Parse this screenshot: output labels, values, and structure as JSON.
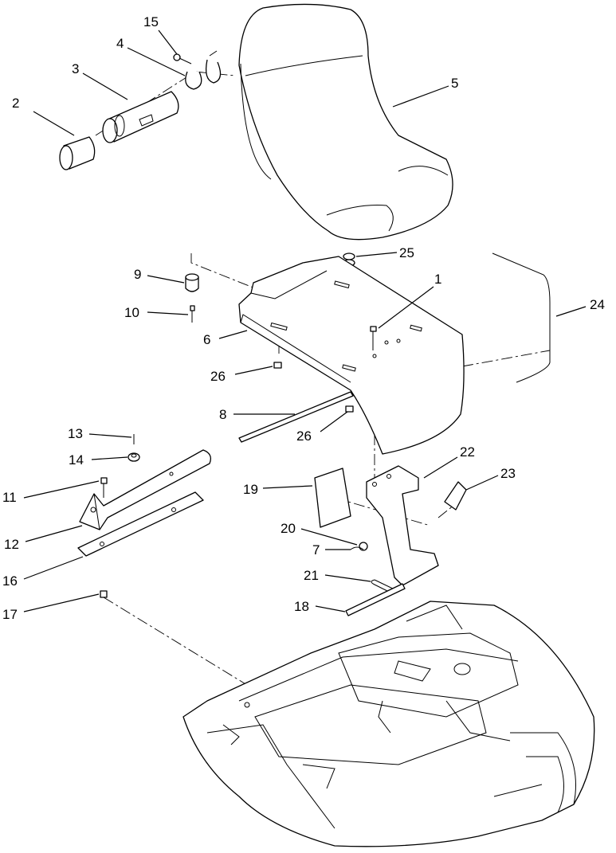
{
  "callouts": [
    {
      "id": "p1",
      "text": "1"
    },
    {
      "id": "p2",
      "text": "2"
    },
    {
      "id": "p3",
      "text": "3"
    },
    {
      "id": "p4",
      "text": "4"
    },
    {
      "id": "p5",
      "text": "5"
    },
    {
      "id": "p6",
      "text": "6"
    },
    {
      "id": "p7",
      "text": "7"
    },
    {
      "id": "p8",
      "text": "8"
    },
    {
      "id": "p9",
      "text": "9"
    },
    {
      "id": "p10",
      "text": "10"
    },
    {
      "id": "p11",
      "text": "11"
    },
    {
      "id": "p12",
      "text": "12"
    },
    {
      "id": "p13",
      "text": "13"
    },
    {
      "id": "p14",
      "text": "14"
    },
    {
      "id": "p15",
      "text": "15"
    },
    {
      "id": "p16",
      "text": "16"
    },
    {
      "id": "p17",
      "text": "17"
    },
    {
      "id": "p18",
      "text": "18"
    },
    {
      "id": "p19",
      "text": "19"
    },
    {
      "id": "p20",
      "text": "20"
    },
    {
      "id": "p21",
      "text": "21"
    },
    {
      "id": "p22",
      "text": "22"
    },
    {
      "id": "p23",
      "text": "23"
    },
    {
      "id": "p24",
      "text": "24"
    },
    {
      "id": "p25",
      "text": "25"
    },
    {
      "id": "p26a",
      "text": "26"
    },
    {
      "id": "p26b",
      "text": "26"
    }
  ]
}
